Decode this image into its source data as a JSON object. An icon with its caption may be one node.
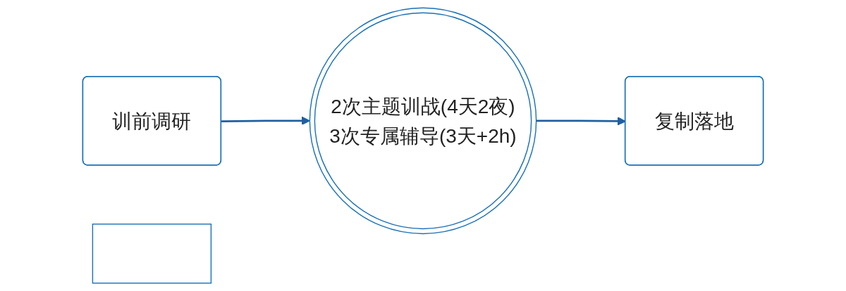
{
  "diagram": {
    "nodes": [
      {
        "text": [
          "训前调研"
        ]
      },
      {
        "text": [
          "2次主题训战(4天2夜)",
          "3次专属辅导(3天+2h)"
        ]
      },
      {
        "text": [
          "复制落地"
        ]
      },
      {
        "text": [],
        "shape": "box"
      }
    ],
    "edges": [
      {
        "from": 0,
        "to": 1,
        "arrow": "to"
      },
      {
        "from": 1,
        "to": 2,
        "arrow": "to"
      }
    ]
  }
}
